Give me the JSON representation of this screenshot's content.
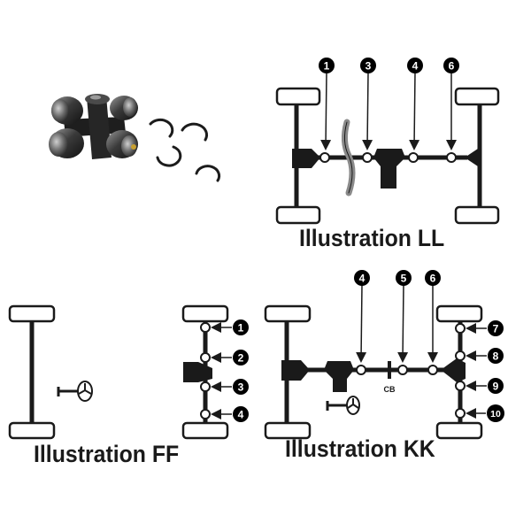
{
  "colors": {
    "ink": "#1a1a1a",
    "wheel_fill": "#ffffff",
    "joint_fill": "#ffffff",
    "marker_fill": "#000000",
    "marker_text": "#ffffff",
    "shaft_bend": "#8a8a8a"
  },
  "photo": {
    "icon": "universal-joint-with-c-clips-icon"
  },
  "illustrations": [
    {
      "id": "ll",
      "title": "Illustration LL",
      "markers": [
        "1",
        "3",
        "4",
        "6"
      ]
    },
    {
      "id": "ff",
      "title": "Illustration FF",
      "markers": [
        "1",
        "2",
        "3",
        "4"
      ]
    },
    {
      "id": "kk",
      "title": "Illustration KK",
      "markers": [
        "4",
        "5",
        "6",
        "7",
        "8",
        "9",
        "10"
      ],
      "label": "CB"
    }
  ]
}
